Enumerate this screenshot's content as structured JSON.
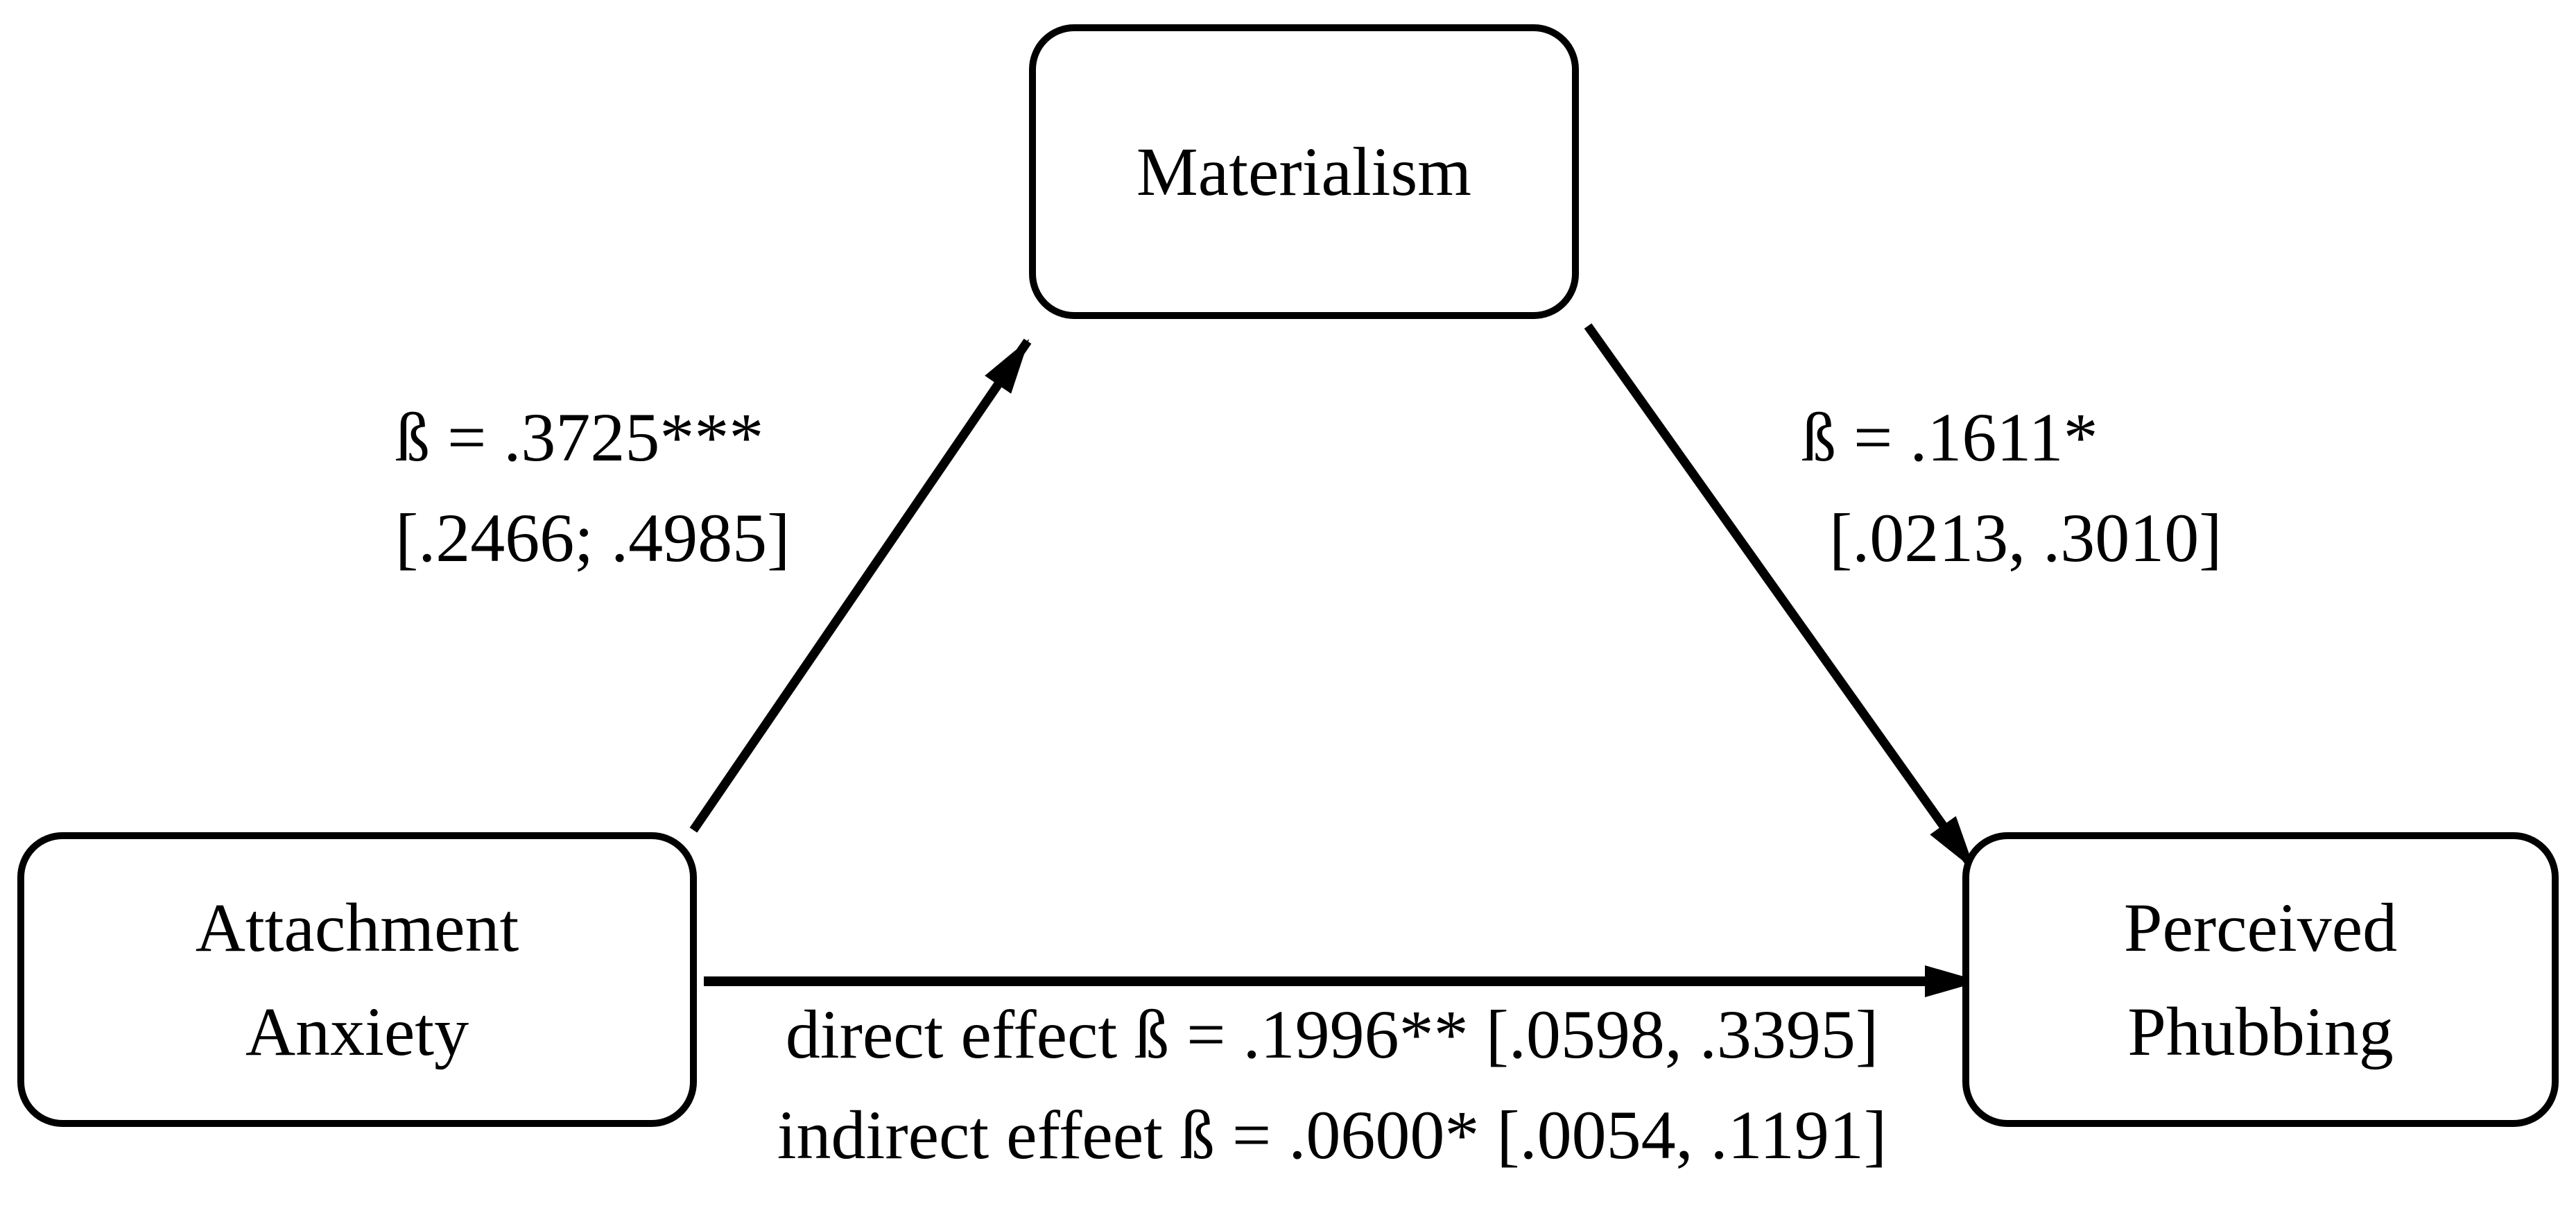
{
  "figure": {
    "background_color": "#ffffff",
    "stroke_color": "#000000",
    "nodes": {
      "materialism": {
        "label": "Materialism"
      },
      "attachment_anxiety": {
        "line1": "Attachment",
        "line2": "Anxiety"
      },
      "perceived_phubbing": {
        "line1": "Perceived",
        "line2": "Phubbing"
      }
    },
    "path_labels": {
      "attachment_to_materialism": {
        "coefficient": "ß = .3725***",
        "confidence_interval": "[.2466; .4985]"
      },
      "materialism_to_phubbing": {
        "coefficient": "ß = .1611*",
        "confidence_interval": "[.0213, .3010]"
      },
      "attachment_to_phubbing": {
        "direct_effect": "direct effect ß = .1996** [.0598, .3395]",
        "indirect_effect": "indirect effeet ß = .0600* [.0054, .1191]"
      }
    }
  }
}
